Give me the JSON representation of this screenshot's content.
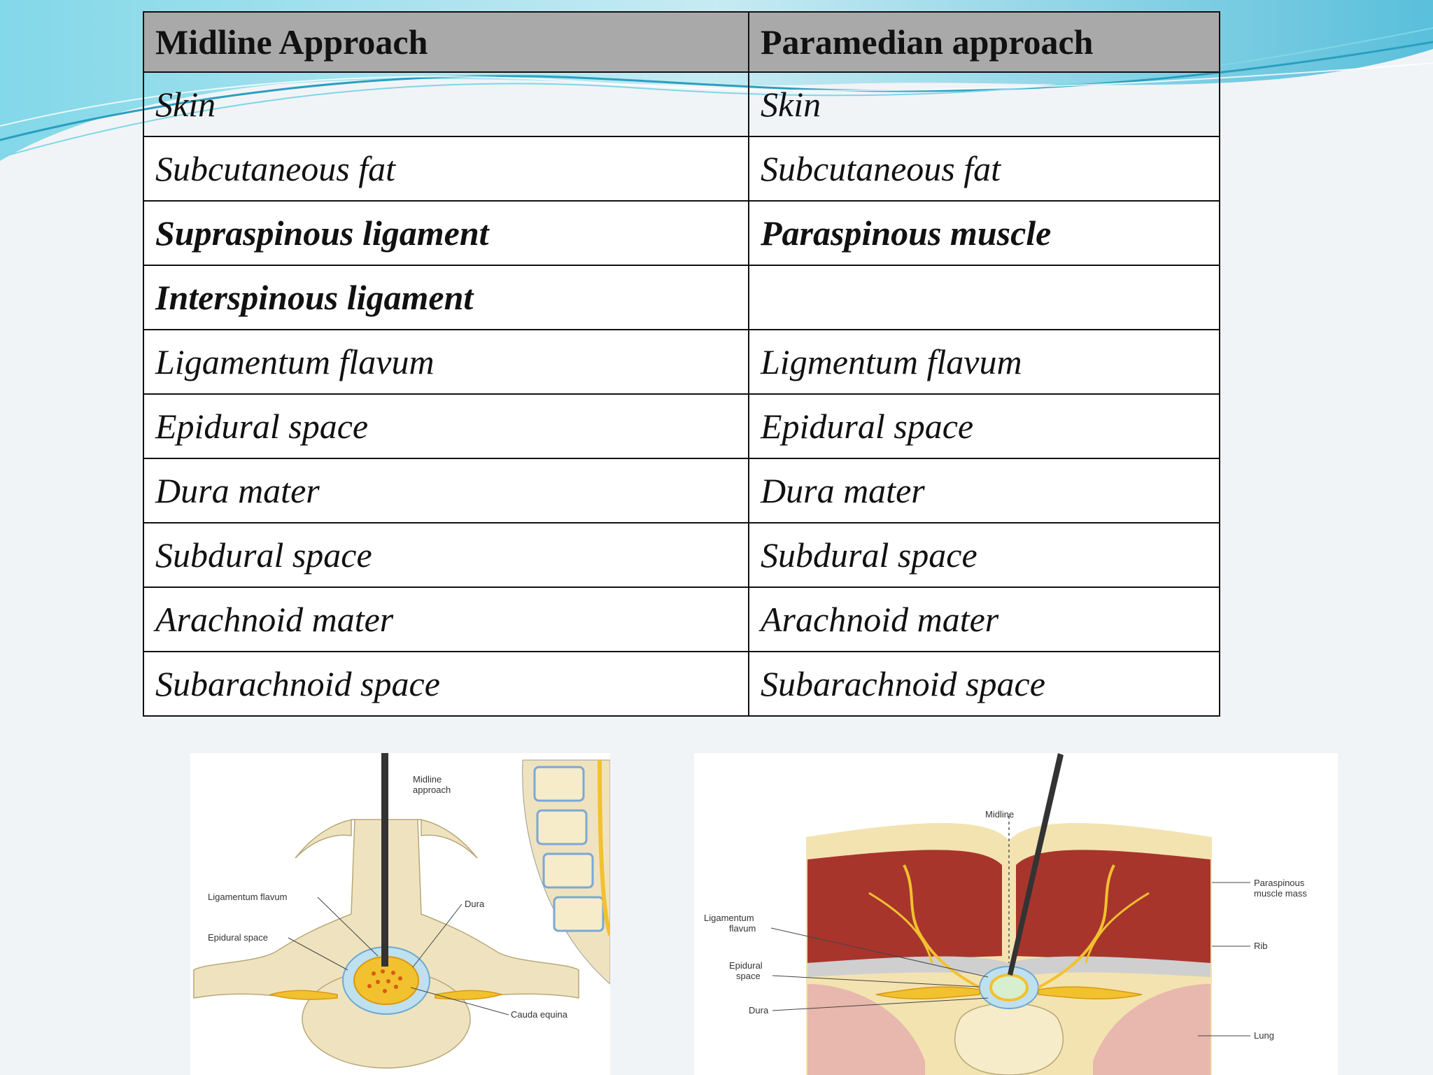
{
  "table": {
    "headers": [
      "Midline Approach",
      "Paramedian approach"
    ],
    "rows": [
      {
        "midline": "Skin",
        "paramedian": "Skin",
        "bold": false
      },
      {
        "midline": "Subcutaneous fat",
        "paramedian": "Subcutaneous fat",
        "bold": false
      },
      {
        "midline": "Supraspinous ligament",
        "paramedian": "Paraspinous muscle",
        "bold": true
      },
      {
        "midline": "Interspinous ligament",
        "paramedian": "",
        "bold": true
      },
      {
        "midline": "Ligamentum flavum",
        "paramedian": "Ligmentum flavum",
        "bold": false
      },
      {
        "midline": "Epidural space",
        "paramedian": "Epidural space",
        "bold": false
      },
      {
        "midline": "Dura mater",
        "paramedian": "Dura mater",
        "bold": false
      },
      {
        "midline": "Subdural space",
        "paramedian": "Subdural space",
        "bold": false
      },
      {
        "midline": "Arachnoid mater",
        "paramedian": "Arachnoid mater",
        "bold": false
      },
      {
        "midline": "Subarachnoid space",
        "paramedian": "Subarachnoid space",
        "bold": false
      }
    ]
  },
  "figure_left": {
    "labels": {
      "approach_line1": "Midline",
      "approach_line2": "approach",
      "ligamentum": "Ligamentum flavum",
      "epidural": "Epidural space",
      "dura": "Dura",
      "cauda": "Cauda equina"
    }
  },
  "figure_right": {
    "labels": {
      "midline": "Midline",
      "paraspinous_line1": "Paraspinous",
      "paraspinous_line2": "muscle mass",
      "rib": "Rib",
      "lung": "Lung",
      "ligamentum_line1": "Ligamentum",
      "ligamentum_line2": "flavum",
      "epidural_line1": "Epidural",
      "epidural_line2": "space",
      "dura": "Dura"
    }
  },
  "colors": {
    "header_bg": "#a9a9a9",
    "wave_teal": "#4fc6dc",
    "bone": "#efe3bf",
    "nerve": "#f2c12e",
    "muscle": "#a8352c",
    "lung": "#e8b7ad"
  }
}
